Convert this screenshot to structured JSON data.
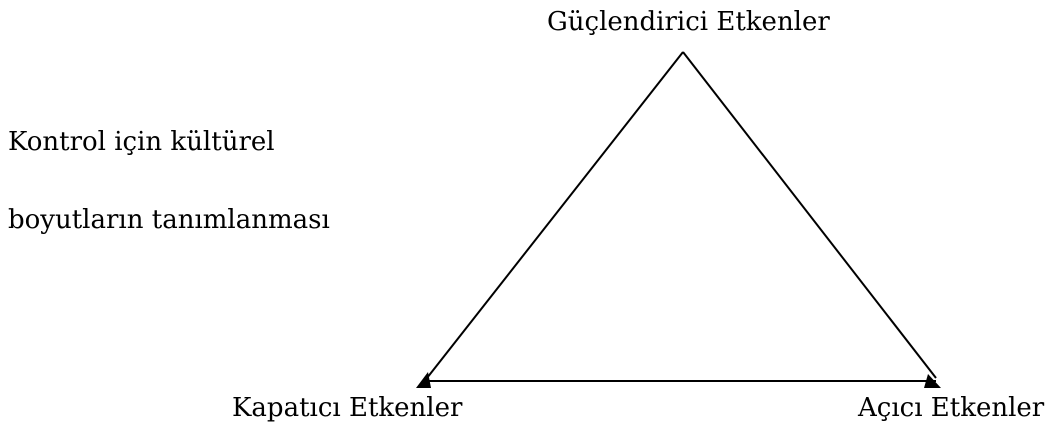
{
  "diagram": {
    "top_label": "Güçlendirici Etkenler",
    "left_text_line1": "Kontrol için kültürel",
    "left_text_line2": "boyutların tanımlanması",
    "bottom_left_label": "Kapatıcı Etkenler",
    "bottom_right_label": "Açıcı Etkenler",
    "line_color": "#000000"
  }
}
